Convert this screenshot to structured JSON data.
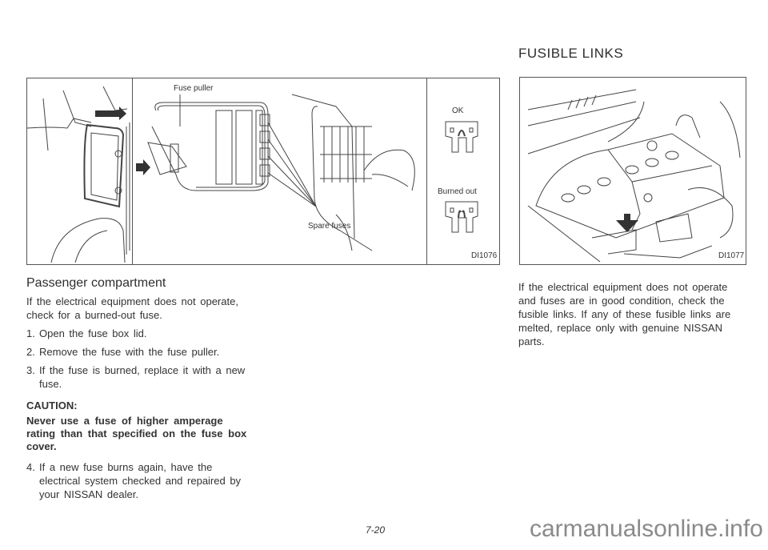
{
  "left_figure": {
    "labels": {
      "fuse_puller": "Fuse puller",
      "spare_fuses": "Spare fuses",
      "ok": "OK",
      "burned_out": "Burned out"
    },
    "code": "DI1076"
  },
  "right_section": {
    "title": "FUSIBLE LINKS",
    "figure_code": "DI1077",
    "paragraph": "If the electrical equipment does not operate and fuses are in good condition, check the fusible links. If any of these fusible links are melted, replace only with genuine NISSAN parts."
  },
  "left_section": {
    "heading": "Passenger compartment",
    "intro": "If the electrical equipment does not operate, check for a burned-out fuse.",
    "steps": [
      {
        "num": "1.",
        "text": "Open the fuse box lid."
      },
      {
        "num": "2.",
        "text": "Remove the fuse with the fuse puller."
      },
      {
        "num": "3.",
        "text": "If the fuse is burned, replace it with a new fuse."
      },
      {
        "num": "4.",
        "text": "If a new fuse burns again, have the electrical system checked and repaired by your NISSAN dealer."
      }
    ],
    "caution_title": "CAUTION:",
    "caution_text": "Never use a fuse of higher amperage rating than that specified on the fuse box cover."
  },
  "footer": {
    "page_number": "7-20",
    "watermark": "carmanualsonline.info"
  }
}
